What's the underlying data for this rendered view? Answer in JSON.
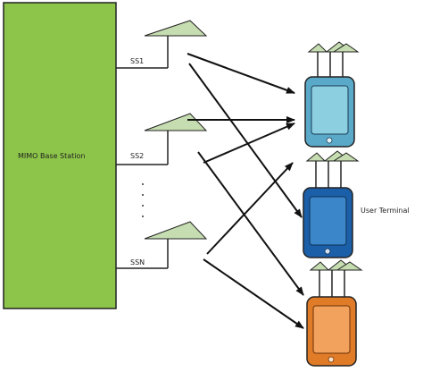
{
  "diagram": {
    "base_station_label": "MIMO Base Station",
    "base_station_color": "#8dc54a",
    "antenna_color": "#c5ddb0",
    "streams": [
      {
        "label": "SS1"
      },
      {
        "label": "SS2"
      },
      {
        "label": "SSN"
      }
    ],
    "ellipsis_dots": "· · · ·",
    "user_terminal_label": "User Terminal",
    "phones": [
      {
        "name": "phone-light-blue",
        "screen_color": "#8ccfe0",
        "body_color": "#5aa9c9"
      },
      {
        "name": "phone-dark-blue",
        "screen_color": "#3a86c8",
        "body_color": "#1b5fa8"
      },
      {
        "name": "phone-orange",
        "screen_color": "#f2a25c",
        "body_color": "#e07b28"
      }
    ]
  }
}
